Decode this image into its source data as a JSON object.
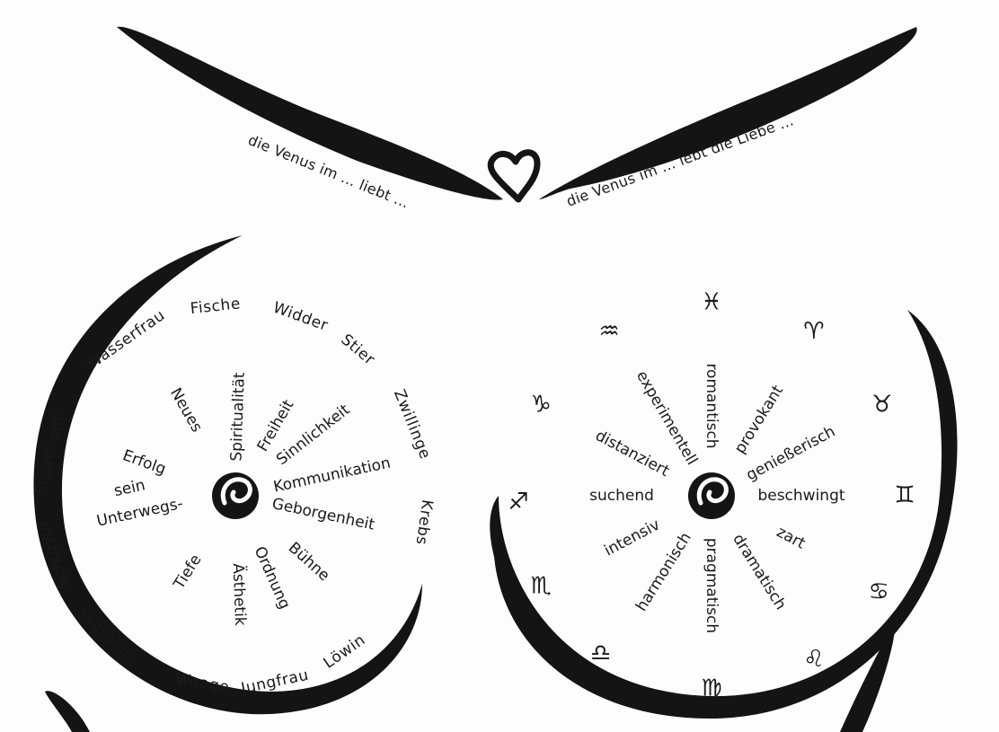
{
  "captions": {
    "left": "die Venus im ... liebt ...",
    "right": "die Venus im ... lebt die Liebe ..."
  },
  "left_wheel": {
    "signs": [
      "Fische",
      "Widder",
      "Stier",
      "Zwillinge",
      "Krebs",
      "Löwin",
      "Jungfrau",
      "Waage",
      "Skorpion",
      "Schützin",
      "Steinziege",
      "Wasserfrau"
    ],
    "spokes": [
      "Spiritualität",
      "Freiheit",
      "Sinnlichkeit",
      "Kommunikation",
      "Geborgenheit",
      "Bühne",
      "Ordnung",
      "Ästhetik",
      "Tiefe",
      "Unterwegs-",
      "sein",
      "Erfolg",
      "Neues"
    ]
  },
  "right_wheel": {
    "glyphs": [
      "♓",
      "♈",
      "♉",
      "♊",
      "♋",
      "♌",
      "♍",
      "♎",
      "♏",
      "♐",
      "♑",
      "♒"
    ],
    "spokes": [
      "romantisch",
      "provokant",
      "genießerisch",
      "beschwingt",
      "zart",
      "dramatisch",
      "pragmatisch",
      "harmonisch",
      "intensiv",
      "suchend",
      "distanziert",
      "experimentell"
    ]
  }
}
